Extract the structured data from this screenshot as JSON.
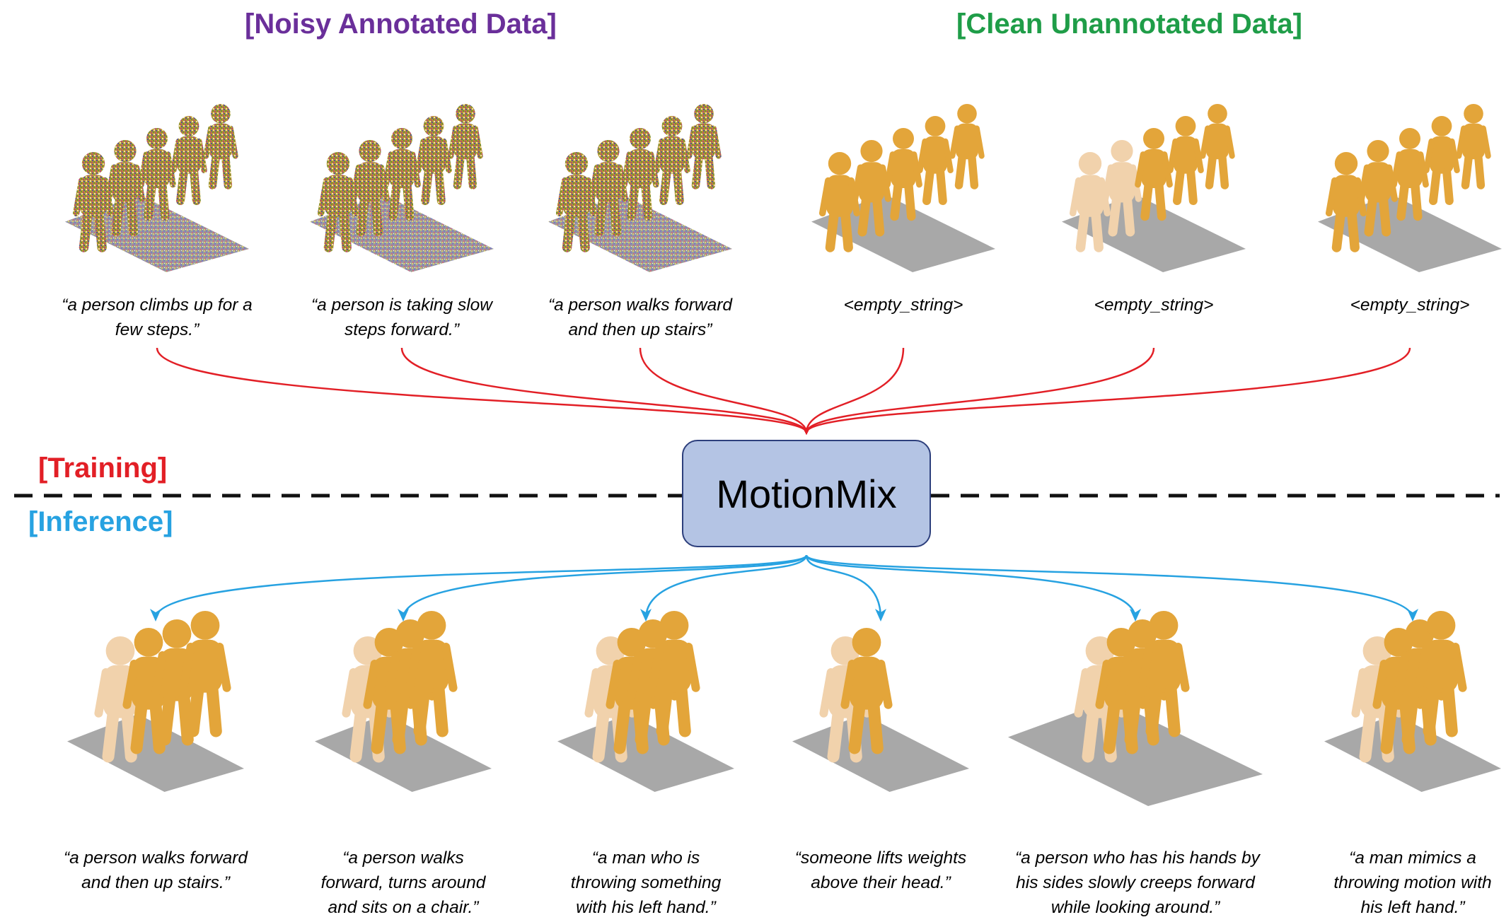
{
  "colors": {
    "noisy": "#6a2f9a",
    "clean": "#1f9d48",
    "training": "#e21f26",
    "inference": "#27a2e1",
    "box_fill": "#b4c4e4",
    "box_border": "#2d3f7c",
    "figure_gold": "#e3a53a",
    "figure_light": "#f1d2ac",
    "floor": "#a8a8a8"
  },
  "labels": {
    "noisy": "[Noisy Annotated Data]",
    "clean": "[Clean Unannotated Data]",
    "training": "[Training]",
    "inference": "[Inference]",
    "model": "MotionMix"
  },
  "training_samples": [
    {
      "kind": "noisy",
      "caption": [
        "“a person climbs up for a",
        "few steps.”"
      ]
    },
    {
      "kind": "noisy",
      "caption": [
        "“a person is taking slow",
        "steps forward.”"
      ]
    },
    {
      "kind": "noisy",
      "caption": [
        "“a person walks forward",
        "and then up stairs”"
      ]
    },
    {
      "kind": "clean",
      "caption": [
        "<empty_string>"
      ]
    },
    {
      "kind": "clean",
      "caption": [
        "<empty_string>"
      ]
    },
    {
      "kind": "clean",
      "caption": [
        "<empty_string>"
      ]
    }
  ],
  "inference_samples": [
    {
      "caption": [
        "“a person walks forward",
        "and then up stairs.”"
      ]
    },
    {
      "caption": [
        "“a person walks",
        "forward, turns around",
        "and sits on a chair.”"
      ]
    },
    {
      "caption": [
        "“a man who is",
        "throwing something",
        "with his left hand.”"
      ]
    },
    {
      "caption": [
        "“someone lifts weights",
        "above their head.”"
      ]
    },
    {
      "caption": [
        "“a person who has his hands by",
        "his sides slowly creeps forward",
        "while looking around.”"
      ]
    },
    {
      "caption": [
        "“a man mimics a",
        "throwing motion with",
        "his left hand.”"
      ]
    }
  ]
}
